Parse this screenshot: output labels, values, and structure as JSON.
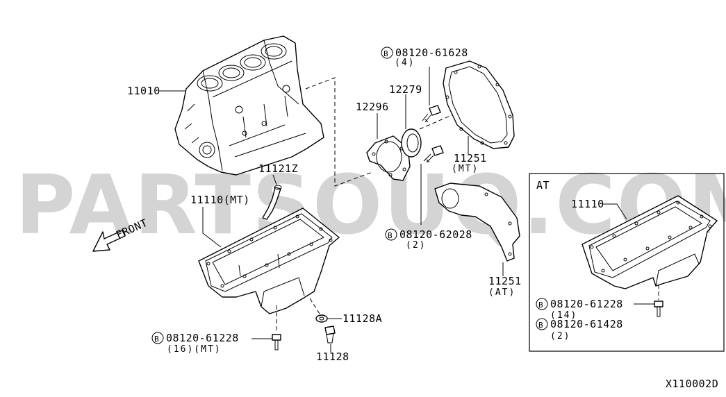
{
  "watermark": "PARTSOUQ.COM",
  "diagram_code": "X110002D",
  "front_label": "FRONT",
  "at_box_title": "AT",
  "bolt_symbol": "B",
  "labels": {
    "cylinder_block": "11010",
    "oil_pan_mt": "11110(MT)",
    "oil_level_gauge_guide": "11121Z",
    "rear_oil_seal_retainer": "12296",
    "rear_oil_seal": "12279",
    "rear_plate_mt": "11251",
    "rear_plate_mt_sub": "(MT)",
    "rear_plate_at": "11251",
    "rear_plate_at_sub": "(AT)",
    "drain_plug_washer": "11128A",
    "drain_plug": "11128",
    "oil_pan_at": "11110"
  },
  "bolts": {
    "retainer_bolt": "08120-61628",
    "retainer_bolt_qty": "(4)",
    "plate_bolt": "08120-62028",
    "plate_bolt_qty": "(2)",
    "pan_bolt_mt": "08120-61228",
    "pan_bolt_mt_qty": "(16)(MT)",
    "pan_bolt_at_1": "08120-61228",
    "pan_bolt_at_1_qty": "(14)",
    "pan_bolt_at_2": "08120-61428",
    "pan_bolt_at_2_qty": "(2)"
  }
}
